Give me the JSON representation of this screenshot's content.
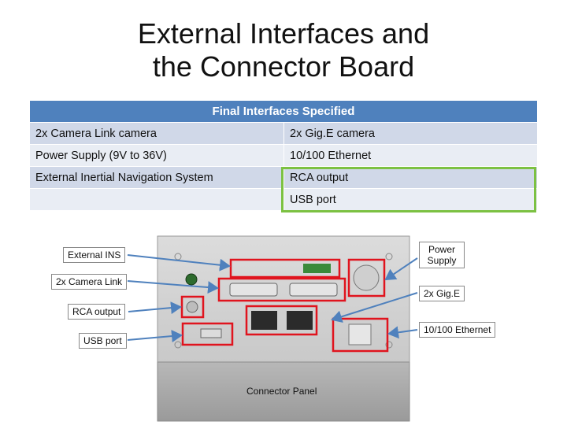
{
  "title_line1": "External Interfaces and",
  "title_line2": "the Connector Board",
  "table": {
    "header": "Final Interfaces Specified",
    "rows": [
      [
        "2x Camera Link camera",
        "2x Gig.E camera"
      ],
      [
        "Power Supply (9V to 36V)",
        "10/100 Ethernet"
      ],
      [
        "External Inertial Navigation System",
        "RCA output"
      ],
      [
        "",
        "USB port"
      ]
    ]
  },
  "labels": {
    "external_ins": "External INS",
    "camera_link": "2x Camera Link",
    "rca_output": "RCA output",
    "usb_port": "USB port",
    "power_supply_l1": "Power",
    "power_supply_l2": "Supply",
    "gige": "2x Gig.E",
    "ethernet": "10/100 Ethernet",
    "caption": "Connector Panel"
  },
  "colors": {
    "header": "#4f81bd",
    "highlight": "#7cc142",
    "callout": "#e0141e",
    "arrow": "#4f81bd"
  }
}
